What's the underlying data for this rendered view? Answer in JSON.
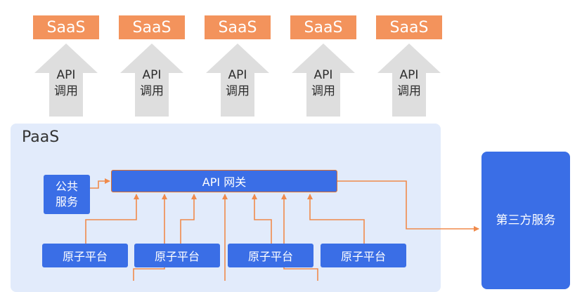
{
  "saas": [
    "SaaS",
    "SaaS",
    "SaaS",
    "SaaS",
    "SaaS"
  ],
  "api_call": {
    "line1": "API",
    "line2": "调用"
  },
  "paas": {
    "title": "PaaS"
  },
  "gateway": {
    "label": "API 网关"
  },
  "public_service": {
    "line1": "公共",
    "line2": "服务"
  },
  "atomic_platforms": [
    "原子平台",
    "原子平台",
    "原子平台",
    "原子平台"
  ],
  "third_party": {
    "label": "第三方服务"
  },
  "colors": {
    "saas": "#f3935c",
    "block_blue": "#3a6ee6",
    "panel": "#e2ebfb",
    "arrow_gray": "#dedede",
    "connector": "#f08a4b"
  }
}
